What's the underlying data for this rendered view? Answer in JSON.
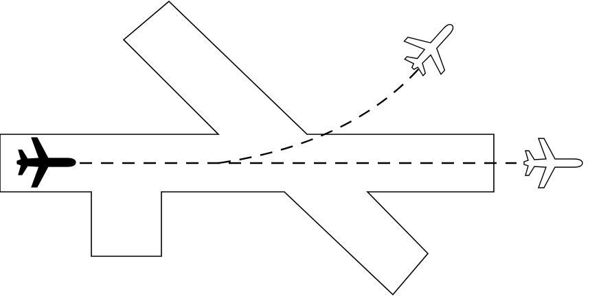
{
  "diagram": {
    "colors": {
      "stroke": "#000000",
      "background": "#ffffff",
      "runway_fill": "#ffffff",
      "departing_plane_fill": "#000000",
      "airborne_plane_fill": "#ffffff"
    },
    "elements": [
      "runway-outline",
      "straight-departure-path",
      "curved-departure-path",
      "plane-on-runway-icon",
      "plane-straight-out-icon",
      "plane-turning-icon"
    ],
    "line_style": "dashed"
  }
}
